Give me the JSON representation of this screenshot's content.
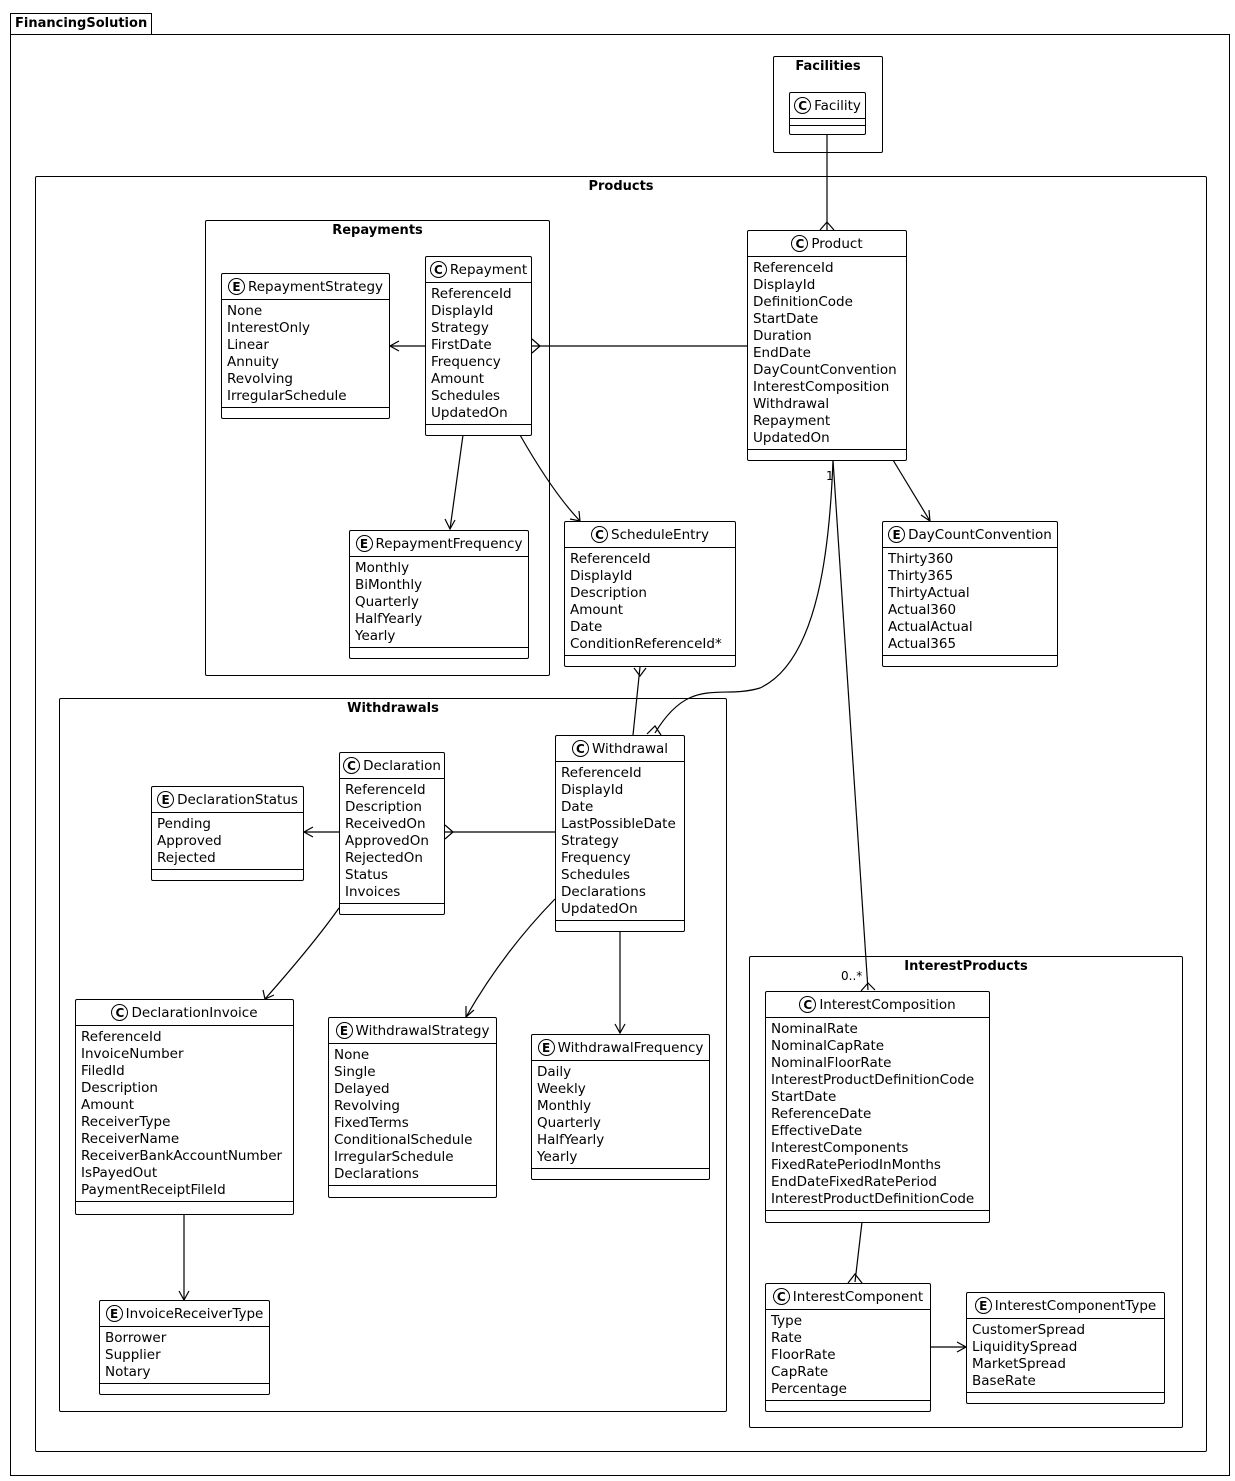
{
  "root_package": "FinancingSolution",
  "groups": {
    "facilities": "Facilities",
    "products": "Products",
    "repayments": "Repayments",
    "withdrawals": "Withdrawals",
    "interest_products": "InterestProducts"
  },
  "classes": {
    "facility": {
      "kind": "C",
      "name": "Facility",
      "fields": []
    },
    "product": {
      "kind": "C",
      "name": "Product",
      "fields": [
        "ReferenceId",
        "DisplayId",
        "DefinitionCode",
        "StartDate",
        "Duration",
        "EndDate",
        "DayCountConvention",
        "InterestComposition",
        "Withdrawal",
        "Repayment",
        "UpdatedOn"
      ]
    },
    "repayment": {
      "kind": "C",
      "name": "Repayment",
      "fields": [
        "ReferenceId",
        "DisplayId",
        "Strategy",
        "FirstDate",
        "Frequency",
        "Amount",
        "Schedules",
        "UpdatedOn"
      ]
    },
    "repayment_strategy": {
      "kind": "E",
      "name": "RepaymentStrategy",
      "fields": [
        "None",
        "InterestOnly",
        "Linear",
        "Annuity",
        "Revolving",
        "IrregularSchedule"
      ]
    },
    "repayment_frequency": {
      "kind": "E",
      "name": "RepaymentFrequency",
      "fields": [
        "Monthly",
        "BiMonthly",
        "Quarterly",
        "HalfYearly",
        "Yearly"
      ]
    },
    "schedule_entry": {
      "kind": "C",
      "name": "ScheduleEntry",
      "fields": [
        "ReferenceId",
        "DisplayId",
        "Description",
        "Amount",
        "Date",
        "ConditionReferenceId*"
      ]
    },
    "day_count_convention": {
      "kind": "E",
      "name": "DayCountConvention",
      "fields": [
        "Thirty360",
        "Thirty365",
        "ThirtyActual",
        "Actual360",
        "ActualActual",
        "Actual365"
      ]
    },
    "withdrawal": {
      "kind": "C",
      "name": "Withdrawal",
      "fields": [
        "ReferenceId",
        "DisplayId",
        "Date",
        "LastPossibleDate",
        "Strategy",
        "Frequency",
        "Schedules",
        "Declarations",
        "UpdatedOn"
      ]
    },
    "declaration": {
      "kind": "C",
      "name": "Declaration",
      "fields": [
        "ReferenceId",
        "Description",
        "ReceivedOn",
        "ApprovedOn",
        "RejectedOn",
        "Status",
        "Invoices"
      ]
    },
    "declaration_status": {
      "kind": "E",
      "name": "DeclarationStatus",
      "fields": [
        "Pending",
        "Approved",
        "Rejected"
      ]
    },
    "declaration_invoice": {
      "kind": "C",
      "name": "DeclarationInvoice",
      "fields": [
        "ReferenceId",
        "InvoiceNumber",
        "FiledId",
        "Description",
        "Amount",
        "ReceiverType",
        "ReceiverName",
        "ReceiverBankAccountNumber",
        "IsPayedOut",
        "PaymentReceiptFileId"
      ]
    },
    "withdrawal_strategy": {
      "kind": "E",
      "name": "WithdrawalStrategy",
      "fields": [
        "None",
        "Single",
        "Delayed",
        "Revolving",
        "FixedTerms",
        "ConditionalSchedule",
        "IrregularSchedule",
        "Declarations"
      ]
    },
    "withdrawal_frequency": {
      "kind": "E",
      "name": "WithdrawalFrequency",
      "fields": [
        "Daily",
        "Weekly",
        "Monthly",
        "Quarterly",
        "HalfYearly",
        "Yearly"
      ]
    },
    "invoice_receiver_type": {
      "kind": "E",
      "name": "InvoiceReceiverType",
      "fields": [
        "Borrower",
        "Supplier",
        "Notary"
      ]
    },
    "interest_composition": {
      "kind": "C",
      "name": "InterestComposition",
      "fields": [
        "NominalRate",
        "NominalCapRate",
        "NominalFloorRate",
        "InterestProductDefinitionCode",
        "StartDate",
        "ReferenceDate",
        "EffectiveDate",
        "InterestComponents",
        "FixedRatePeriodInMonths",
        "EndDateFixedRatePeriod",
        "InterestProductDefinitionCode"
      ]
    },
    "interest_component": {
      "kind": "C",
      "name": "InterestComponent",
      "fields": [
        "Type",
        "Rate",
        "FloorRate",
        "CapRate",
        "Percentage"
      ]
    },
    "interest_component_type": {
      "kind": "E",
      "name": "InterestComponentType",
      "fields": [
        "CustomerSpread",
        "LiquiditySpread",
        "MarketSpread",
        "BaseRate"
      ]
    }
  },
  "multiplicities": {
    "product_one": "1",
    "interest_many": "0..*"
  }
}
